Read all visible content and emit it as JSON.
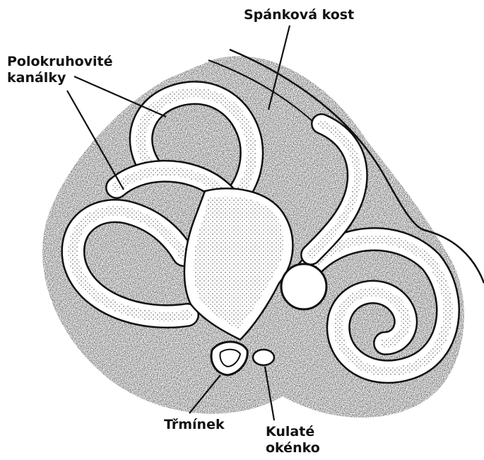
{
  "labels": {
    "temporal_bone": "Spánková kost",
    "semicircular_canals": {
      "line1": "Polokruhovité",
      "line2": "kanálky"
    },
    "stapes": "Třmínek",
    "round_window": {
      "line1": "Kulaté",
      "line2": "okénko"
    }
  },
  "colors": {
    "ink": "#111111",
    "bone_shade": "#4a4a4a",
    "background": "#ffffff"
  }
}
